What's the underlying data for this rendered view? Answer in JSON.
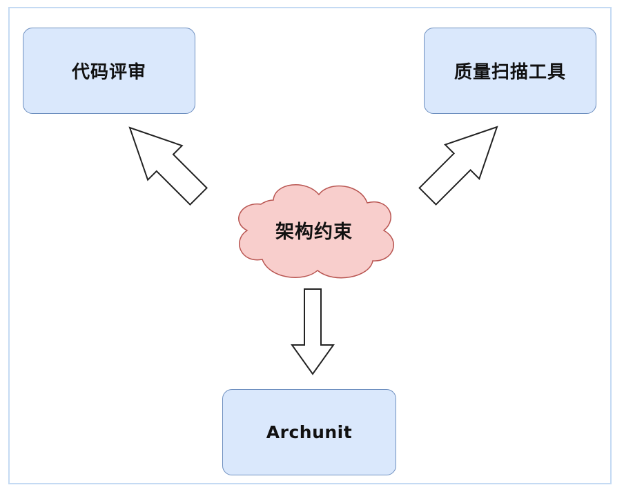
{
  "nodes": {
    "center": {
      "label": "架构约束",
      "shape": "cloud",
      "fill": "#f8cecc",
      "stroke": "#b85450"
    },
    "top_left": {
      "label": "代码评审",
      "shape": "rounded-rect",
      "fill": "#dae8fc",
      "stroke": "#6c8ebf"
    },
    "top_right": {
      "label": "质量扫描工具",
      "shape": "rounded-rect",
      "fill": "#dae8fc",
      "stroke": "#6c8ebf"
    },
    "bottom": {
      "label": "Archunit",
      "shape": "rounded-rect",
      "fill": "#dae8fc",
      "stroke": "#6c8ebf"
    }
  },
  "edges": [
    {
      "from": "center",
      "to": "top_left",
      "style": "hollow-block-arrow"
    },
    {
      "from": "center",
      "to": "top_right",
      "style": "hollow-block-arrow"
    },
    {
      "from": "center",
      "to": "bottom",
      "style": "hollow-block-arrow"
    }
  ],
  "colors": {
    "frame_border": "#c4daf3",
    "arrow_stroke": "#222222",
    "arrow_fill": "#ffffff"
  }
}
